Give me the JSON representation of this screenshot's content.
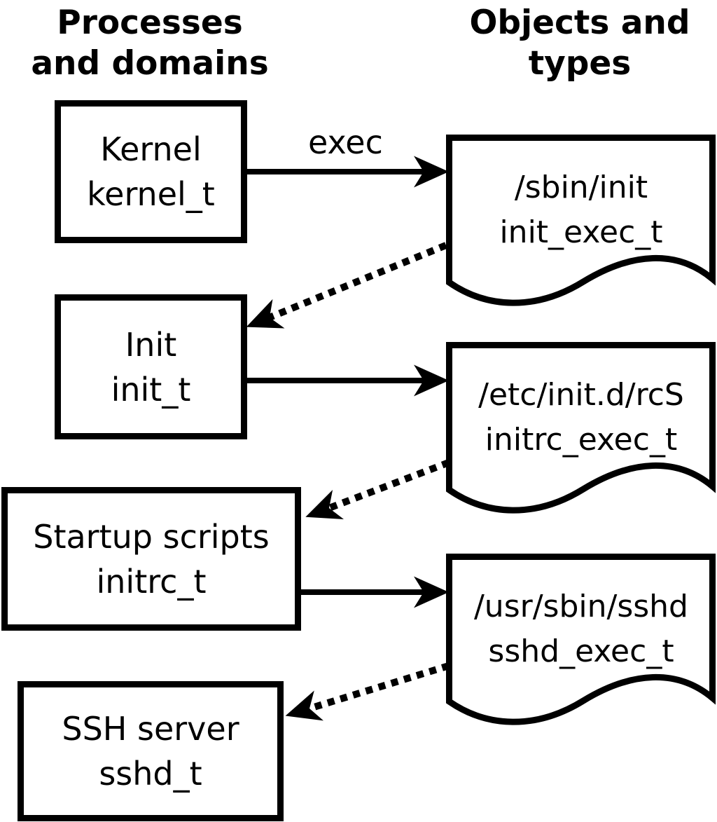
{
  "page": {
    "background_color": "#ffffff",
    "ink_color": "#000000"
  },
  "headers": {
    "left": {
      "line1": "Processes",
      "line2": "and domains"
    },
    "right": {
      "line1": "Objects and",
      "line2": "types"
    }
  },
  "processes": [
    {
      "id": "kernel",
      "name": "Kernel",
      "domain": "kernel_t"
    },
    {
      "id": "init",
      "name": "Init",
      "domain": "init_t"
    },
    {
      "id": "startup-scripts",
      "name": "Startup scripts",
      "domain": "initrc_t"
    },
    {
      "id": "ssh-server",
      "name": "SSH server",
      "domain": "sshd_t"
    }
  ],
  "objects": [
    {
      "id": "sbin-init",
      "path": "/sbin/init",
      "type": "init_exec_t"
    },
    {
      "id": "etc-initd-rcs",
      "path": "/etc/init.d/rcS",
      "type": "initrc_exec_t"
    },
    {
      "id": "usr-sbin-sshd",
      "path": "/usr/sbin/sshd",
      "type": "sshd_exec_t"
    }
  ],
  "edges": {
    "exec_label": "exec",
    "solid": [
      {
        "from": "kernel_t",
        "to": "init_exec_t",
        "label": "exec"
      },
      {
        "from": "init_t",
        "to": "initrc_exec_t"
      },
      {
        "from": "initrc_t",
        "to": "sshd_exec_t"
      }
    ],
    "dotted": [
      {
        "from": "init_exec_t",
        "to": "init_t"
      },
      {
        "from": "initrc_exec_t",
        "to": "initrc_t"
      },
      {
        "from": "sshd_exec_t",
        "to": "sshd_t"
      }
    ]
  }
}
